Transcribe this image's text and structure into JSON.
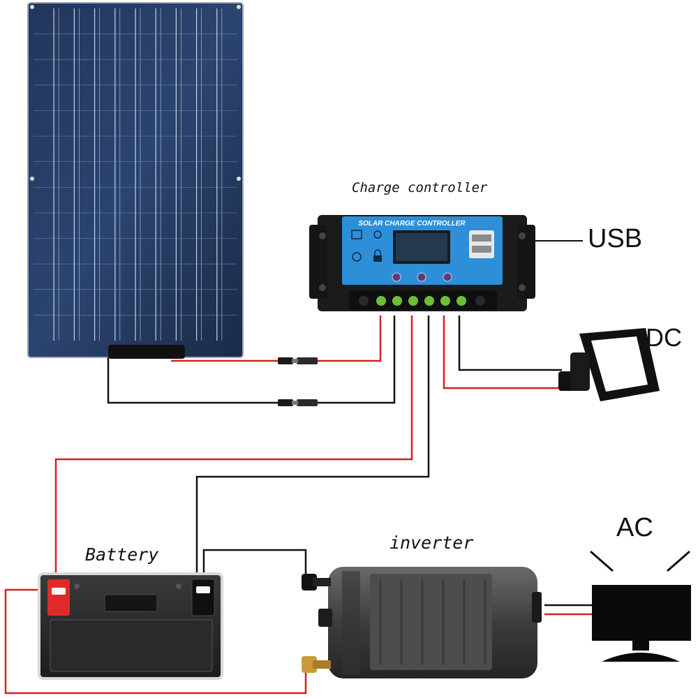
{
  "labels": {
    "charge_controller": "Charge controller",
    "usb": "USB",
    "dc": "DC",
    "ac": "AC",
    "battery": "Battery",
    "inverter": "inverter"
  },
  "controller": {
    "panel_title": "SOLAR CHARGE CONTROLLER"
  },
  "colors": {
    "positive_wire": "#d42020",
    "negative_wire": "#111111",
    "panel_cell": "#1c2f52",
    "controller_face": "#2d8fd8",
    "terminal": "#6bbf3a"
  }
}
